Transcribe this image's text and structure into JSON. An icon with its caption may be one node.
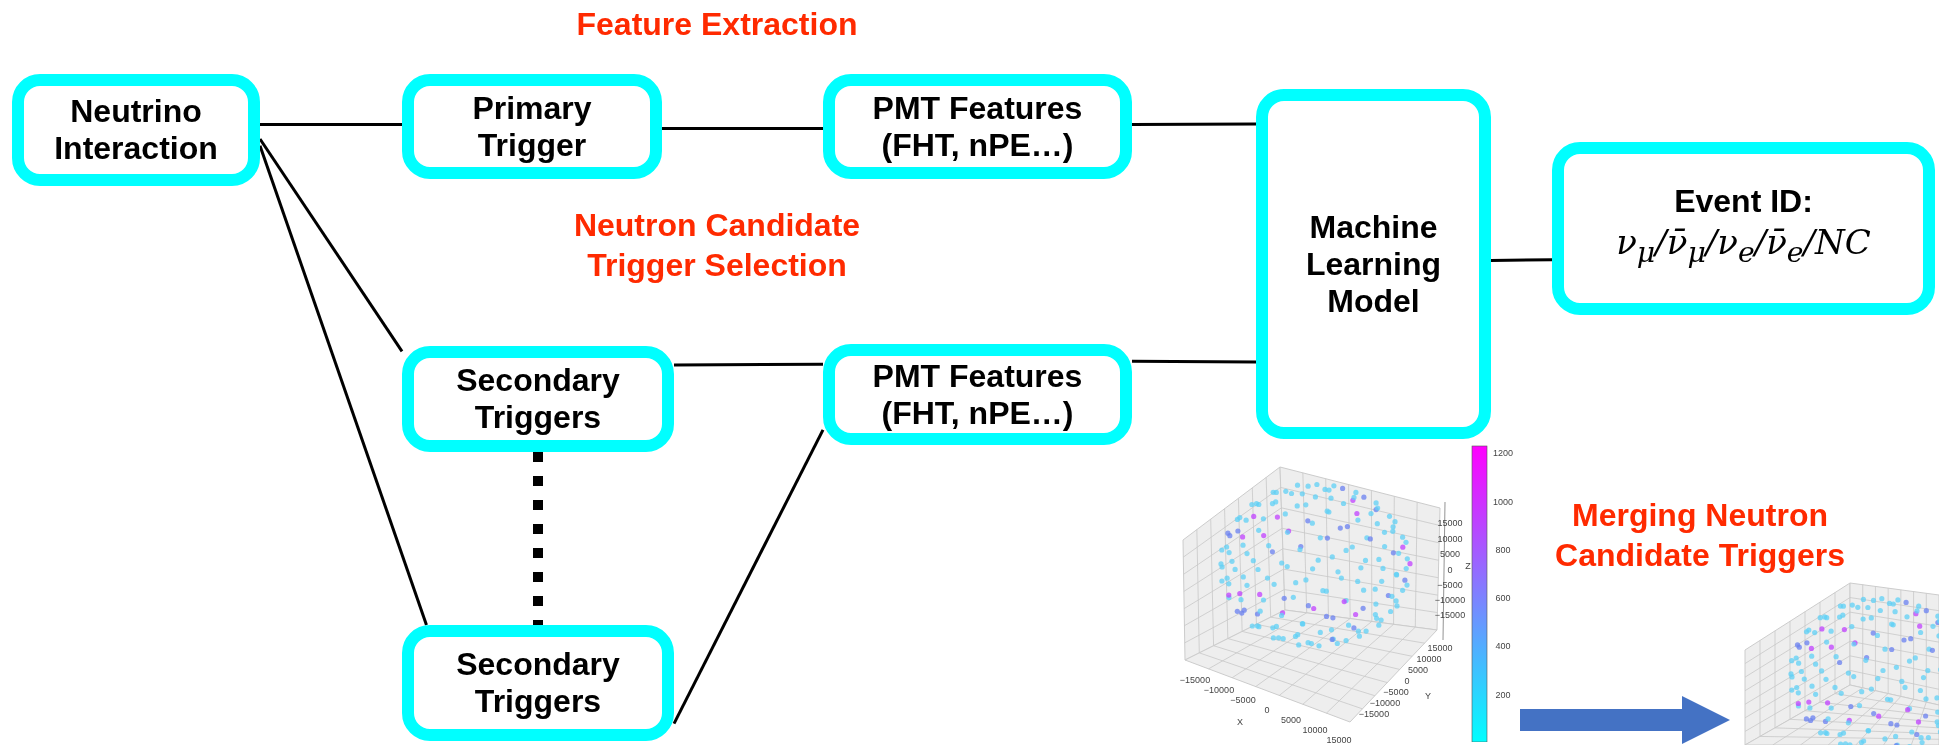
{
  "diagram": {
    "nodes": [
      {
        "text": [
          "Neutrino Interaction"
        ]
      },
      {
        "text": [
          "Primary Trigger"
        ]
      },
      {
        "text": [
          "PMT Features (FHT, nPE…)"
        ]
      },
      {
        "text": [
          "Machine Learning Model"
        ]
      },
      {
        "text": [
          "Event ID:",
          "ν$_{μ}$/ν̄$_{μ}$/ν$_{e}$/ν̄$_{e}$/NC"
        ]
      },
      {
        "text": [
          "Secondary Triggers"
        ]
      },
      {
        "text": [
          "PMT Features (FHT, nPE…)"
        ]
      },
      {
        "text": [
          "Secondary Triggers"
        ]
      },
      {
        "text": [],
        "shape": "picture"
      },
      {
        "text": [],
        "shape": "picture"
      }
    ],
    "edges": [
      {
        "from": 0,
        "to": 1,
        "arrow": "none"
      },
      {
        "from": 1,
        "to": 2,
        "arrow": "none"
      },
      {
        "from": 2,
        "to": 3,
        "arrow": "none"
      },
      {
        "from": 0,
        "to": 5,
        "arrow": "none"
      },
      {
        "from": 0,
        "to": 7,
        "arrow": "none"
      },
      {
        "from": 5,
        "to": 6,
        "arrow": "none"
      },
      {
        "from": 6,
        "to": 3,
        "arrow": "none"
      },
      {
        "from": 7,
        "to": 6,
        "arrow": "none"
      },
      {
        "from": 3,
        "to": 4,
        "arrow": "none"
      },
      {
        "from": 5,
        "to": 7,
        "arrow": "none",
        "style": "dashed"
      },
      {
        "from": 8,
        "to": 9,
        "arrow": "to",
        "style": "thick",
        "color": "#4472c4"
      }
    ],
    "labels": [
      "Feature Extraction",
      "Neutron Candidate Trigger Selection",
      "Merging Neutron Candidate Triggers",
      "1200",
      "1000",
      "800",
      "600",
      "400",
      "200",
      "15000",
      "10000",
      "5000",
      "0",
      "−5000",
      "−10000",
      "−15000",
      "Z",
      "15000",
      "10000",
      "5000",
      "0",
      "−5000",
      "−10000",
      "−15000",
      "Y",
      "−15000",
      "−10000",
      "−5000",
      "0",
      "5000",
      "10000",
      "15000",
      "X"
    ]
  }
}
